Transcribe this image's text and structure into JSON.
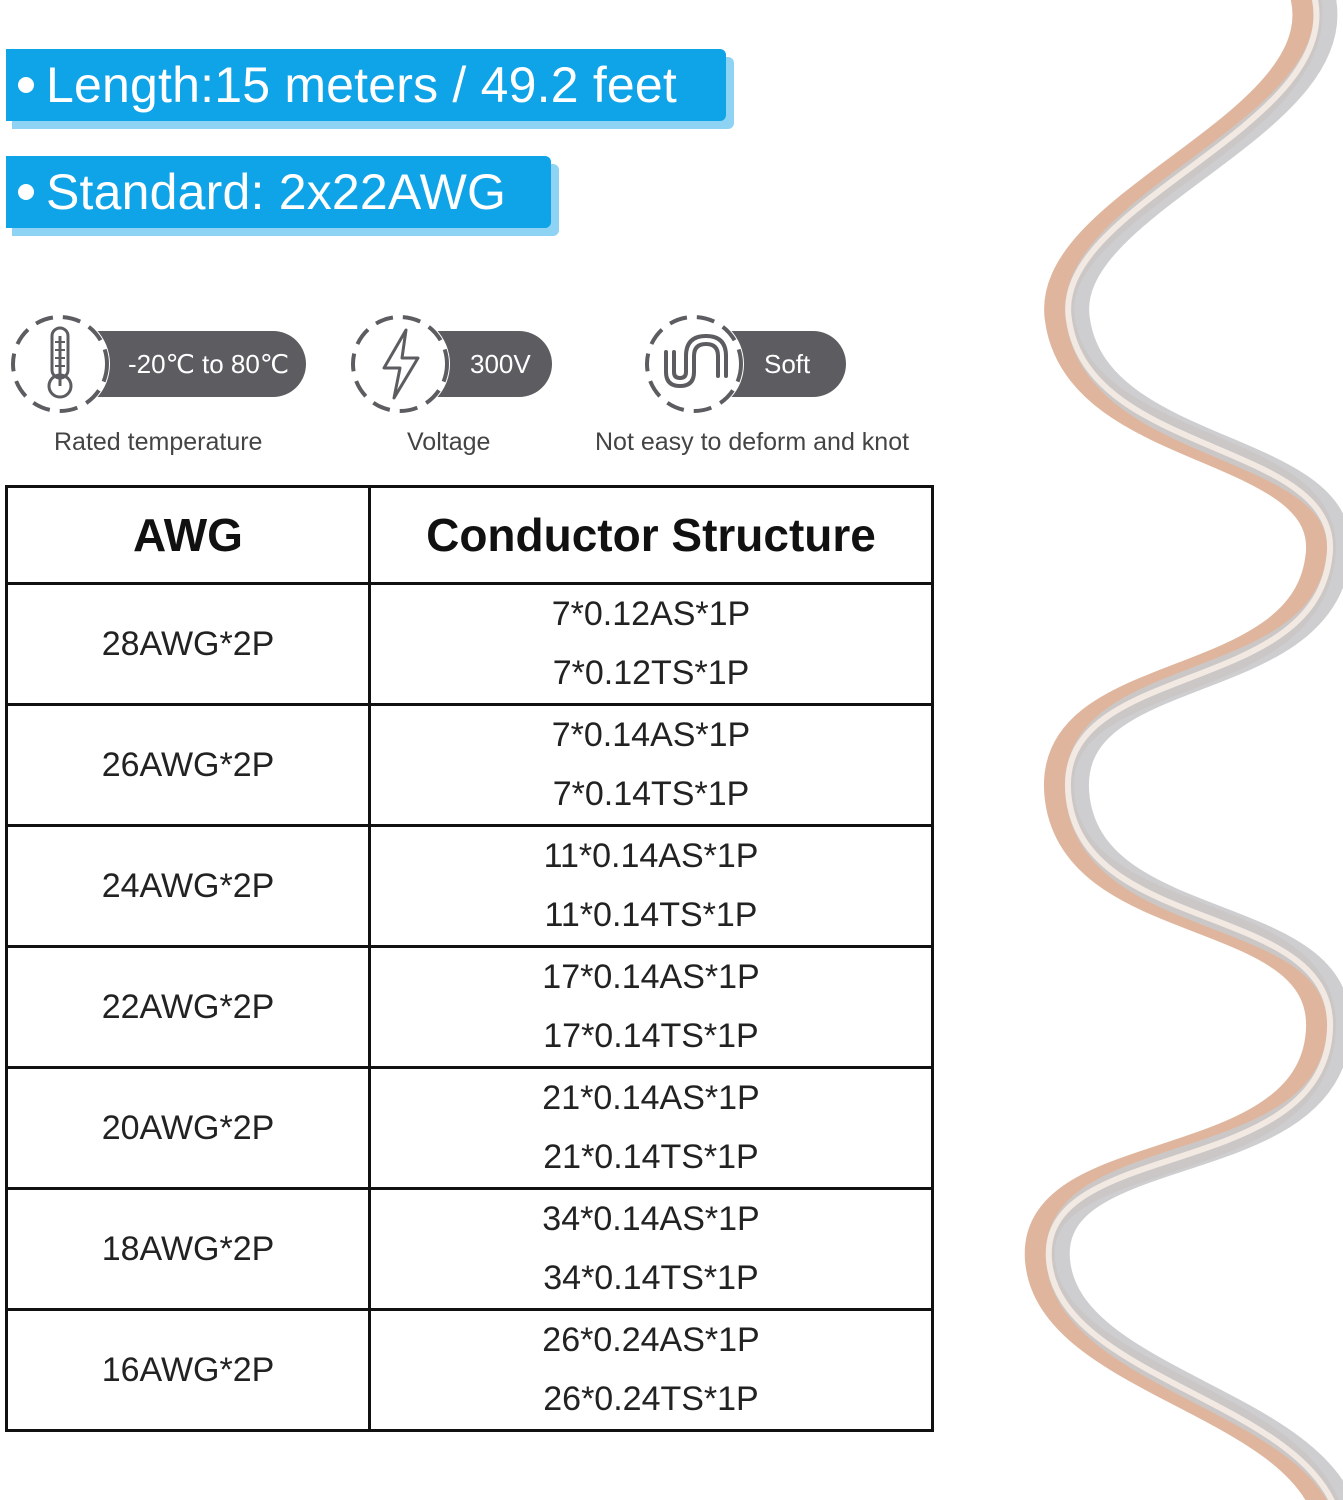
{
  "banners": {
    "length": "Length:15 meters / 49.2 feet",
    "standard": "Standard: 2x22AWG"
  },
  "features": [
    {
      "icon": "thermometer-icon",
      "value": "-20℃ to 80℃",
      "caption": "Rated temperature"
    },
    {
      "icon": "lightning-icon",
      "value": "300V",
      "caption": "Voltage"
    },
    {
      "icon": "coiled-cable-icon",
      "value": "Soft",
      "caption": "Not easy to deform and knot"
    }
  ],
  "table": {
    "headers": [
      "AWG",
      "Conductor Structure"
    ],
    "rows": [
      {
        "awg": "28AWG*2P",
        "conductors": [
          "7*0.12AS*1P",
          "7*0.12TS*1P"
        ]
      },
      {
        "awg": "26AWG*2P",
        "conductors": [
          "7*0.14AS*1P",
          "7*0.14TS*1P"
        ]
      },
      {
        "awg": "24AWG*2P",
        "conductors": [
          "11*0.14AS*1P",
          "11*0.14TS*1P"
        ]
      },
      {
        "awg": "22AWG*2P",
        "conductors": [
          "17*0.14AS*1P",
          "17*0.14TS*1P"
        ]
      },
      {
        "awg": "20AWG*2P",
        "conductors": [
          "21*0.14AS*1P",
          "21*0.14TS*1P"
        ]
      },
      {
        "awg": "18AWG*2P",
        "conductors": [
          "34*0.14AS*1P",
          "34*0.14TS*1P"
        ]
      },
      {
        "awg": "16AWG*2P",
        "conductors": [
          "26*0.24AS*1P",
          "26*0.24TS*1P"
        ]
      }
    ]
  },
  "colors": {
    "banner_blue": "#0fa4e8",
    "banner_shadow": "#8fd3f4",
    "pill_gray": "#5d5c61",
    "wire_copper": "#d9a98c",
    "wire_silver": "#c9c9cb"
  }
}
